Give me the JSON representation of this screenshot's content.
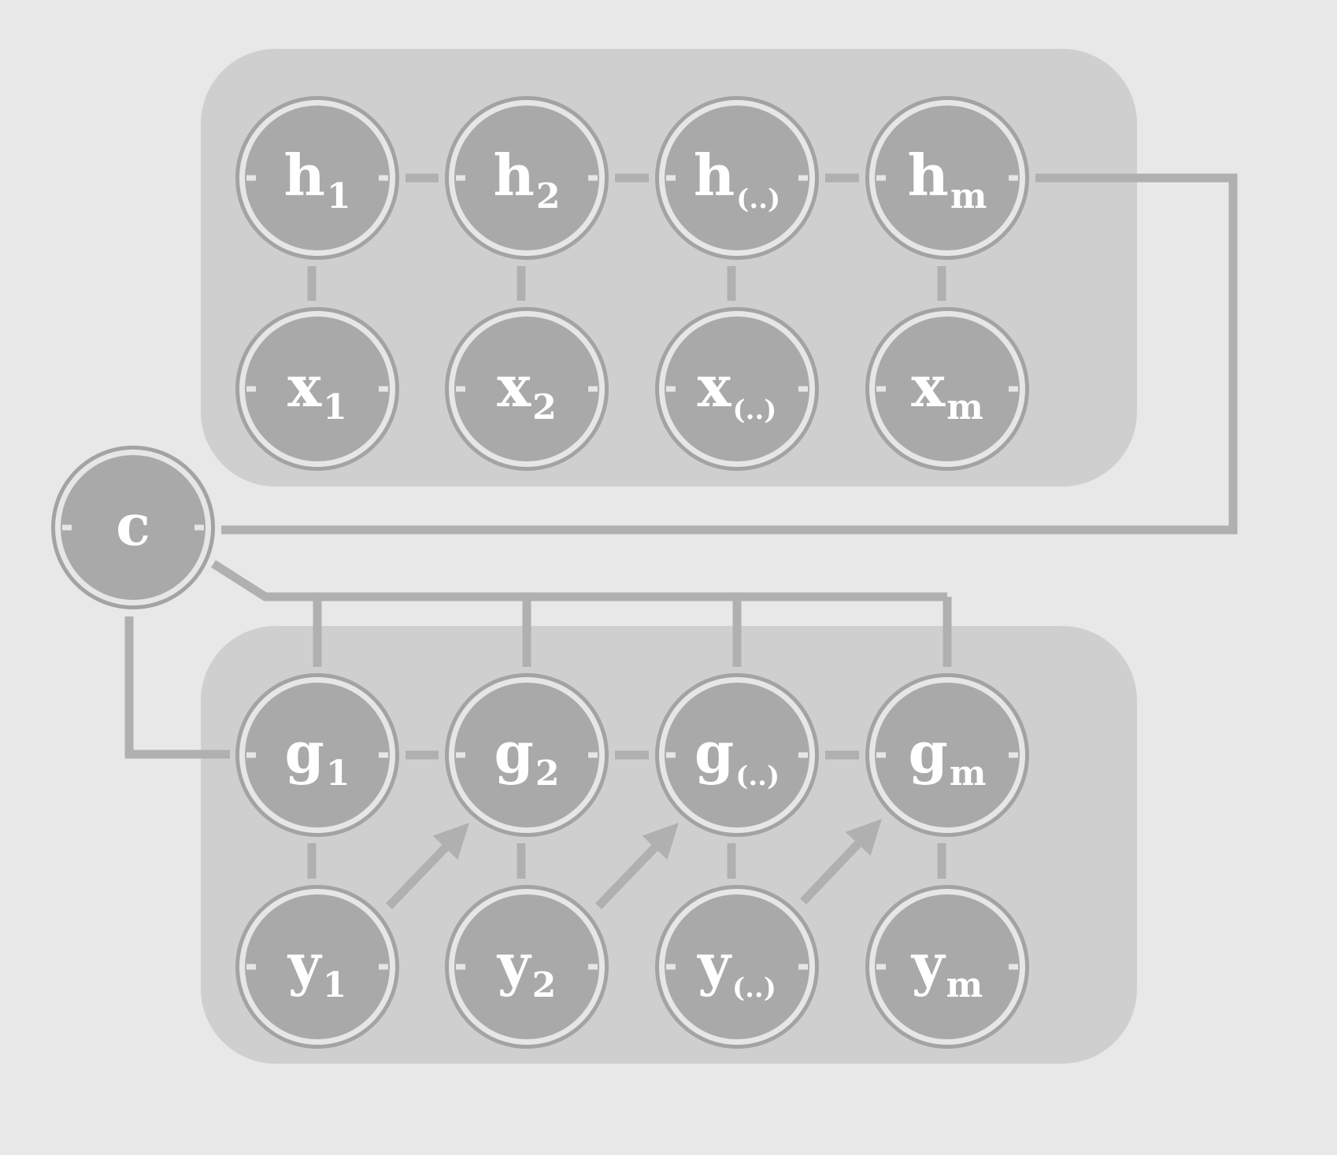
{
  "colors": {
    "background": "#e8e8e8",
    "panel": "#cfcfcf",
    "node_fill": "#a9a9a9",
    "node_outer_ring": "#a3a3a3",
    "node_inner_ring": "#e6e6e6",
    "connector": "#b0b0b0",
    "label": "#ffffff"
  },
  "encoder": {
    "hidden_nodes": [
      {
        "name": "h",
        "sub": "1"
      },
      {
        "name": "h",
        "sub": "2"
      },
      {
        "name": "h",
        "sub": "(..)"
      },
      {
        "name": "h",
        "sub": "m"
      }
    ],
    "input_nodes": [
      {
        "name": "x",
        "sub": "1"
      },
      {
        "name": "x",
        "sub": "2"
      },
      {
        "name": "x",
        "sub": "(..)"
      },
      {
        "name": "x",
        "sub": "m"
      }
    ]
  },
  "context_node": {
    "name": "c",
    "sub": ""
  },
  "decoder": {
    "hidden_nodes": [
      {
        "name": "g",
        "sub": "1"
      },
      {
        "name": "g",
        "sub": "2"
      },
      {
        "name": "g",
        "sub": "(..)"
      },
      {
        "name": "g",
        "sub": "m"
      }
    ],
    "output_nodes": [
      {
        "name": "y",
        "sub": "1"
      },
      {
        "name": "y",
        "sub": "2"
      },
      {
        "name": "y",
        "sub": "(..)"
      },
      {
        "name": "y",
        "sub": "m"
      }
    ]
  }
}
